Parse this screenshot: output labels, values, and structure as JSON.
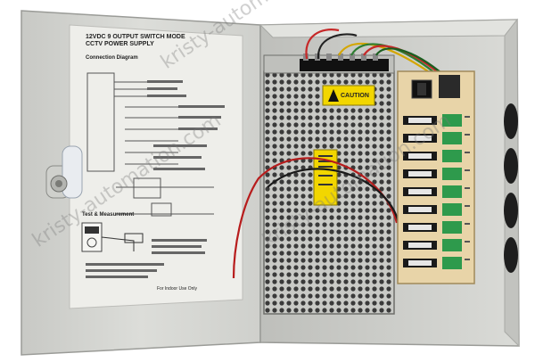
{
  "door_label": {
    "heading_line1": "12VDC 9 OUTPUT SWITCH MODE",
    "heading_line2": "CCTV POWER SUPPLY",
    "connection_heading": "Connection Diagram",
    "test_heading": "Test & Measurement",
    "footer": "For Indoor Use Only"
  },
  "psu_sticker": {
    "caution": "CAUTION"
  },
  "watermark": {
    "text": "kristy-automation.com"
  },
  "colors": {
    "enclosure": "#d9dad6",
    "enclosure_shadow": "#b9bab6",
    "pcb": "#e8d4a8",
    "terminal_green": "#2e9a4c",
    "sticker_yellow": "#f2d600",
    "fuse_black": "#1a1a1a"
  },
  "icons": [
    "door-lock-icon",
    "power-switch-icon",
    "fuse-icon",
    "terminal-block-icon",
    "caution-icon"
  ]
}
